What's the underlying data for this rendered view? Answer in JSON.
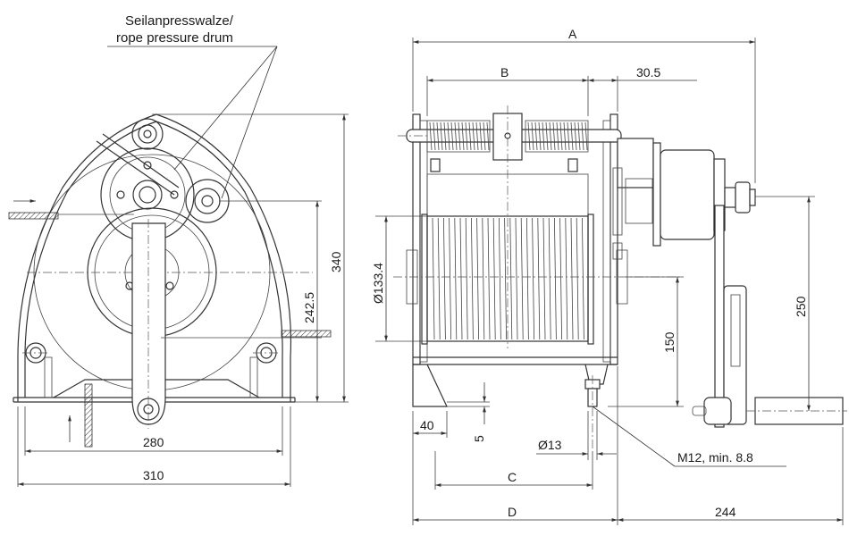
{
  "labels": {
    "callout_de": "Seilanpresswalze/",
    "callout_en": "rope pressure drum",
    "thread": "M12, min. 8.8"
  },
  "dimensions": {
    "d280": "280",
    "d310": "310",
    "d340": "340",
    "d242": "242.5",
    "dA": "A",
    "dB": "B",
    "d30": "30.5",
    "dC": "C",
    "dD": "D",
    "d244": "244",
    "d250": "250",
    "d150": "150",
    "d133": "Ø133.4",
    "d40": "40",
    "d5": "5",
    "d13": "Ø13"
  }
}
